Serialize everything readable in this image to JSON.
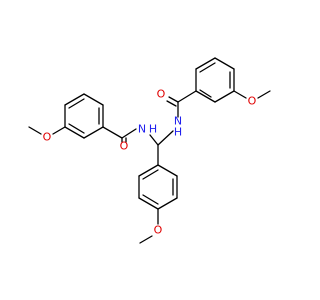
{
  "molecule": {
    "colors": {
      "bond": "#000000",
      "oxygen": "#e00000",
      "nitrogen": "#2020ee"
    },
    "labels": {
      "o_methoxy_right": "O",
      "o_carbonyl_right": "O",
      "n_right": "N",
      "h_right": "H",
      "o_carbonyl_left": "O",
      "n_left": "N",
      "h_left": "H",
      "o_methoxy_left": "O",
      "o_methoxy_bottom": "O"
    }
  }
}
